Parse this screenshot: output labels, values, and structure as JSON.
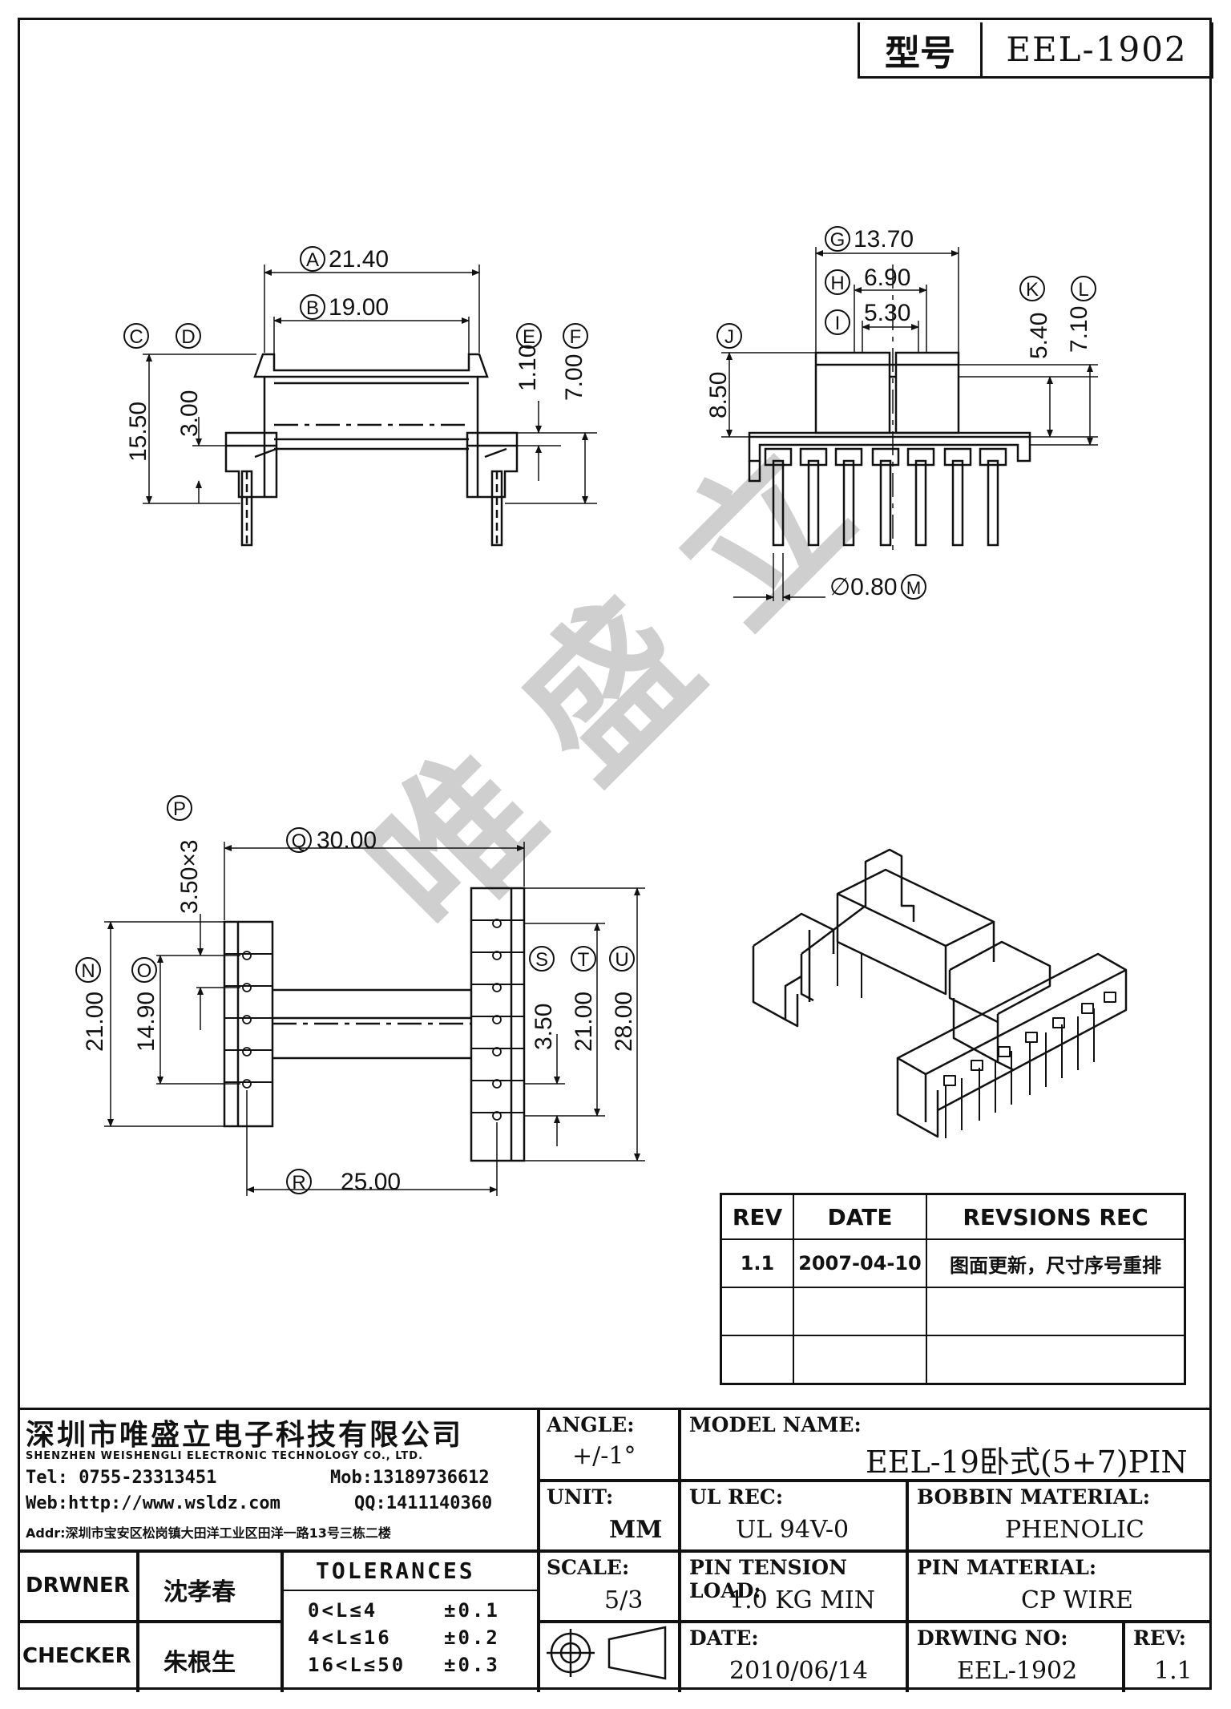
{
  "header": {
    "model_label": "型号",
    "model_value": "EEL-1902"
  },
  "views": {
    "front": {
      "dims": {
        "A": "21.40",
        "B": "19.00",
        "C": "15.50",
        "D": "3.00",
        "E": "1.10",
        "F": "7.00"
      },
      "letters": [
        "A",
        "B",
        "C",
        "D",
        "E",
        "F"
      ]
    },
    "side": {
      "dims": {
        "G": "13.70",
        "H": "6.90",
        "I": "5.30",
        "J": "8.50",
        "K": "5.40",
        "L": "7.10",
        "M": "∅0.80"
      },
      "letters": [
        "G",
        "H",
        "I",
        "J",
        "K",
        "L",
        "M"
      ]
    },
    "bottom": {
      "dims": {
        "P": "3.50×3",
        "Q": "30.00",
        "N": "21.00",
        "O": "14.90",
        "S": "3.50",
        "T": "21.00",
        "U": "28.00",
        "R": "25.00"
      },
      "letters": [
        "P",
        "Q",
        "N",
        "O",
        "S",
        "T",
        "U",
        "R"
      ]
    }
  },
  "watermark": "唯 盛 立",
  "revisions": {
    "headers": [
      "REV",
      "DATE",
      "REVSIONS REC"
    ],
    "rows": [
      [
        "1.1",
        "2007-04-10",
        "图面更新，尺寸序号重排"
      ],
      [
        "",
        "",
        ""
      ],
      [
        "",
        "",
        ""
      ]
    ]
  },
  "title_block": {
    "company_cn": "深圳市唯盛立电子科技有限公司",
    "company_en": "SHENZHEN WEISHENGLI ELECTRONIC TECHNOLOGY CO., LTD.",
    "tel": "Tel: 0755-23313451",
    "mob": "Mob:13189736612",
    "web": "Web:http://www.wsldz.com",
    "qq": "QQ:1411140360",
    "addr": "Addr:深圳市宝安区松岗镇大田洋工业区田洋一路13号三栋二楼",
    "drawer_label": "DRWNER",
    "drawer_name": "沈孝春",
    "checker_label": "CHECKER",
    "checker_name": "朱根生",
    "tolerances_title": "TOLERANCES",
    "tolerances": [
      {
        "range": "0<L≤4",
        "tol": "±0.1"
      },
      {
        "range": "4<L≤16",
        "tol": "±0.2"
      },
      {
        "range": "16<L≤50",
        "tol": "±0.3"
      }
    ],
    "angle_label": "ANGLE:",
    "angle_value": "+/-1°",
    "unit_label": "UNIT:",
    "unit_value": "MM",
    "scale_label": "SCALE:",
    "scale_value": "5/3",
    "model_name_label": "MODEL NAME:",
    "model_name_value": "EEL-19卧式(5+7)PIN",
    "ul_label": "UL REC:",
    "ul_value": "UL 94V-0",
    "bobbin_label": "BOBBIN MATERIAL:",
    "bobbin_value": "PHENOLIC",
    "pin_tension_label": "PIN TENSION LOAD:",
    "pin_tension_value": "1.0 KG MIN",
    "pin_material_label": "PIN MATERIAL:",
    "pin_material_value": "CP WIRE",
    "date_label": "DATE:",
    "date_value": "2010/06/14",
    "dwg_label": "DRWING NO:",
    "dwg_value": "EEL-1902",
    "rev_label": "REV:",
    "rev_value": "1.1"
  }
}
